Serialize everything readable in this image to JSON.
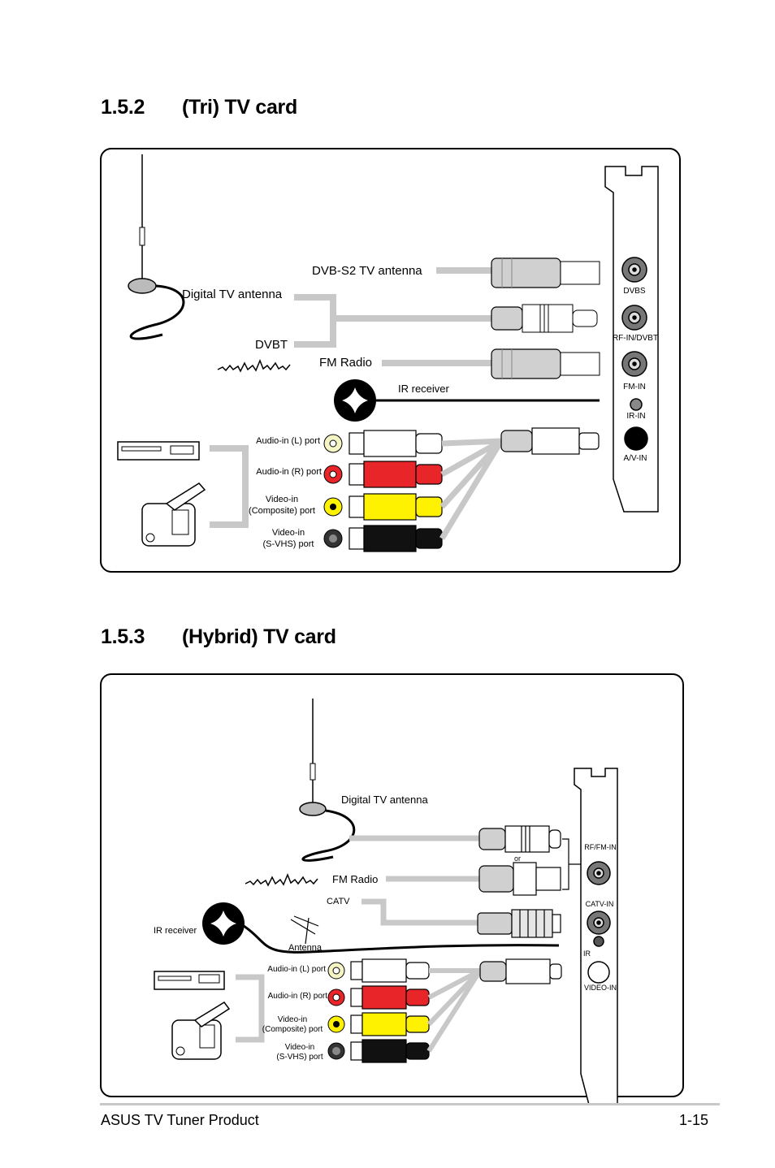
{
  "sections": [
    {
      "number": "1.5.2",
      "title": "(Tri) TV card",
      "labels": {
        "dvbs2_antenna": "DVB-S2 TV antenna",
        "digital_antenna": "Digital TV antenna",
        "dvbt": "DVBT",
        "fm_radio": "FM Radio",
        "ir_receiver": "IR receiver",
        "audio_l": "Audio-in (L) port",
        "audio_r": "Audio-in (R) port",
        "video_comp_1": "Video-in",
        "video_comp_2": "(Composite) port",
        "video_svhs_1": "Video-in",
        "video_svhs_2": "(S-VHS) port"
      },
      "bracket_ports": [
        "DVBS",
        "RF-IN/DVBT",
        "FM-IN",
        "IR-IN",
        "A/V-IN"
      ]
    },
    {
      "number": "1.5.3",
      "title": "(Hybrid) TV card",
      "labels": {
        "digital_antenna": "Digital TV antenna",
        "or": "or",
        "fm_radio": "FM Radio",
        "catv": "CATV",
        "ir_receiver": "IR receiver",
        "antenna": "Antenna",
        "audio_l": "Audio-in (L) port",
        "audio_r": "Audio-in (R) port",
        "video_comp_1": "Video-in",
        "video_comp_2": "(Composite) port",
        "video_svhs_1": "Video-in",
        "video_svhs_2": "(S-VHS) port"
      },
      "bracket_ports": [
        "RF/FM-IN",
        "CATV-IN",
        "IR",
        "VIDEO-IN"
      ]
    }
  ],
  "footer": {
    "product": "ASUS TV Tuner Product",
    "page": "1-15"
  },
  "colors": {
    "cable_gray": "#c8c8c8",
    "audio_red": "#e8262a",
    "video_yellow": "#fff200",
    "svhs_black": "#111111"
  }
}
